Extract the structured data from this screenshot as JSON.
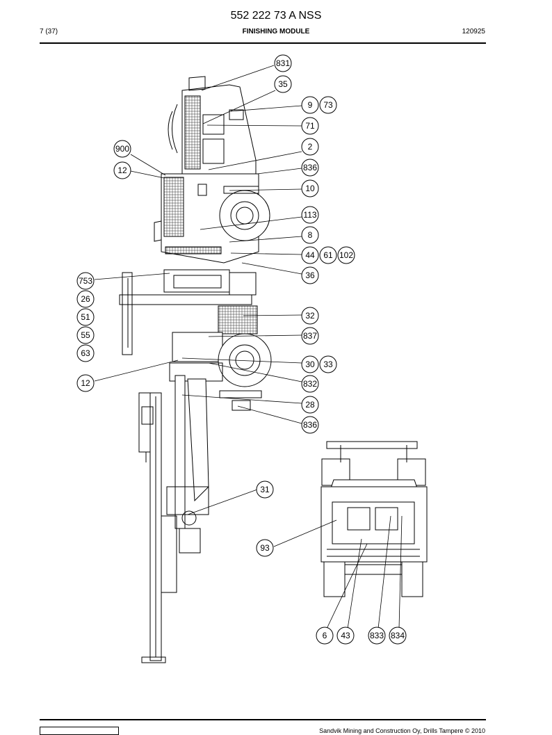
{
  "header": {
    "doc_number": "552 222 73 A NSS",
    "page": "7 (37)",
    "section": "FINISHING MODULE",
    "date_code": "120925"
  },
  "footer": {
    "copyright": "Sandvik Mining and Construction Oy, Drills Tampere © 2010"
  },
  "callouts": [
    {
      "id": "c831",
      "label": "831"
    },
    {
      "id": "c35",
      "label": "35"
    },
    {
      "id": "c9",
      "label": "9"
    },
    {
      "id": "c73",
      "label": "73"
    },
    {
      "id": "c71",
      "label": "71"
    },
    {
      "id": "c900",
      "label": "900"
    },
    {
      "id": "c2",
      "label": "2"
    },
    {
      "id": "c12a",
      "label": "12"
    },
    {
      "id": "c836a",
      "label": "836"
    },
    {
      "id": "c10",
      "label": "10"
    },
    {
      "id": "c113",
      "label": "113"
    },
    {
      "id": "c8",
      "label": "8"
    },
    {
      "id": "c44",
      "label": "44"
    },
    {
      "id": "c61",
      "label": "61"
    },
    {
      "id": "c102",
      "label": "102"
    },
    {
      "id": "c36",
      "label": "36"
    },
    {
      "id": "c753",
      "label": "753"
    },
    {
      "id": "c26",
      "label": "26"
    },
    {
      "id": "c51",
      "label": "51"
    },
    {
      "id": "c32",
      "label": "32"
    },
    {
      "id": "c55",
      "label": "55"
    },
    {
      "id": "c837",
      "label": "837"
    },
    {
      "id": "c63",
      "label": "63"
    },
    {
      "id": "c30",
      "label": "30"
    },
    {
      "id": "c33",
      "label": "33"
    },
    {
      "id": "c12b",
      "label": "12"
    },
    {
      "id": "c832",
      "label": "832"
    },
    {
      "id": "c28",
      "label": "28"
    },
    {
      "id": "c836b",
      "label": "836"
    },
    {
      "id": "c31",
      "label": "31"
    },
    {
      "id": "c93",
      "label": "93"
    },
    {
      "id": "c6",
      "label": "6"
    },
    {
      "id": "c43",
      "label": "43"
    },
    {
      "id": "c833",
      "label": "833"
    },
    {
      "id": "c834",
      "label": "834"
    }
  ]
}
